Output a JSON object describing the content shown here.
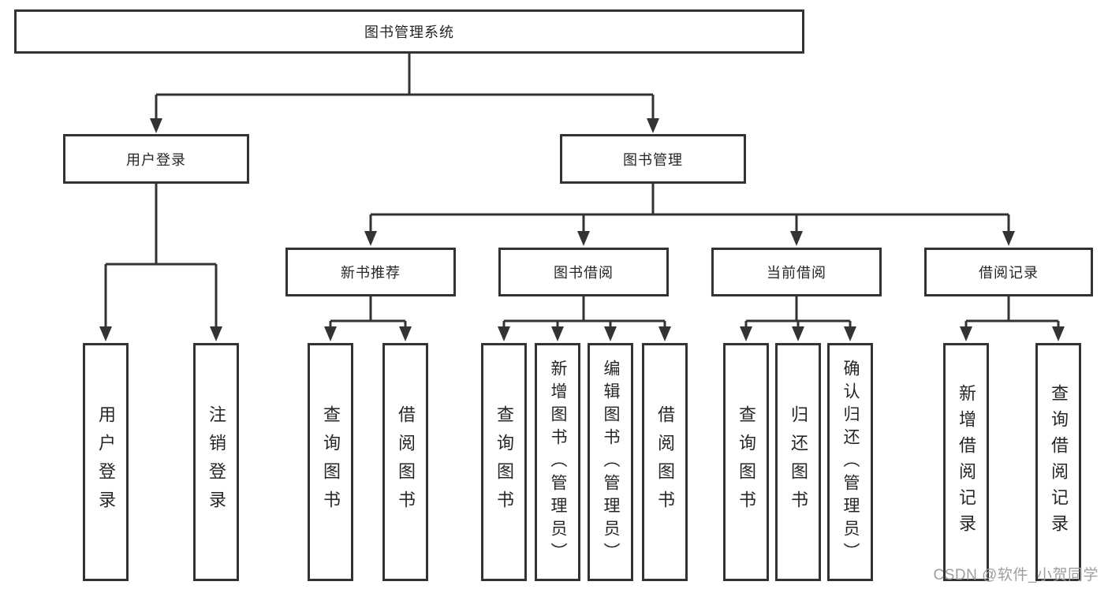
{
  "diagram": {
    "root": "图书管理系统",
    "level2": {
      "user_login": "用户登录",
      "book_management": "图书管理"
    },
    "level3": {
      "new_books": "新书推荐",
      "book_borrowing": "图书借阅",
      "current_borrowing": "当前借阅",
      "borrowing_records": "借阅记录"
    },
    "leaves": {
      "user_login": [
        "用户登录",
        "注销登录"
      ],
      "new_books": [
        "查询图书",
        "借阅图书"
      ],
      "book_borrowing": [
        "查询图书",
        "新增图书（管理员）",
        "编辑图书（管理员）",
        "借阅图书"
      ],
      "current_borrowing": [
        "查询图书",
        "归还图书",
        "确认归还（管理员）"
      ],
      "borrowing_records": [
        "新增借阅记录",
        "查询借阅记录"
      ]
    }
  },
  "watermark": "CSDN @软件_小贺同学",
  "colors": {
    "line": "#333333",
    "text": "#262626",
    "watermark": "#9e9e9e",
    "background": "#ffffff"
  }
}
